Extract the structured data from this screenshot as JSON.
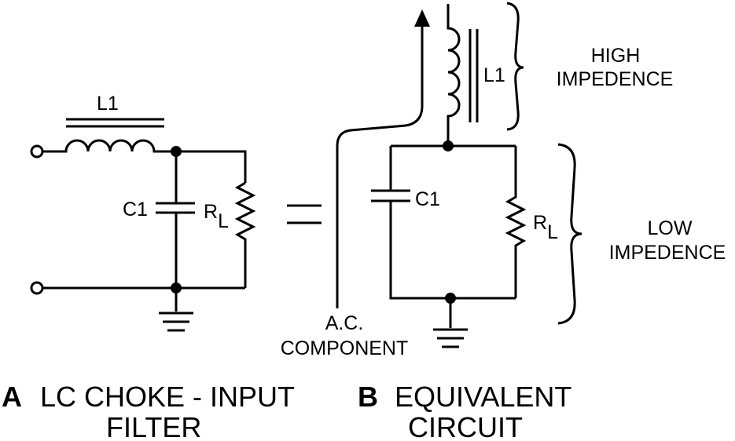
{
  "part_a": {
    "letter": "A",
    "title_line1": "LC CHOKE - INPUT",
    "title_line2": "FILTER",
    "inductor_label": "L1",
    "capacitor_label": "C1",
    "resistor_label_main": "R",
    "resistor_label_sub": "L"
  },
  "part_b": {
    "letter": "B",
    "title_line1": "EQUIVALENT",
    "title_line2": "CIRCUIT",
    "inductor_label": "L1",
    "capacitor_label": "C1",
    "resistor_label_main": "R",
    "resistor_label_sub": "L",
    "high_label_line1": "HIGH",
    "high_label_line2": "IMPEDENCE",
    "low_label_line1": "LOW",
    "low_label_line2": "IMPEDENCE",
    "ac_label_line1": "A.C.",
    "ac_label_line2": "COMPONENT"
  }
}
